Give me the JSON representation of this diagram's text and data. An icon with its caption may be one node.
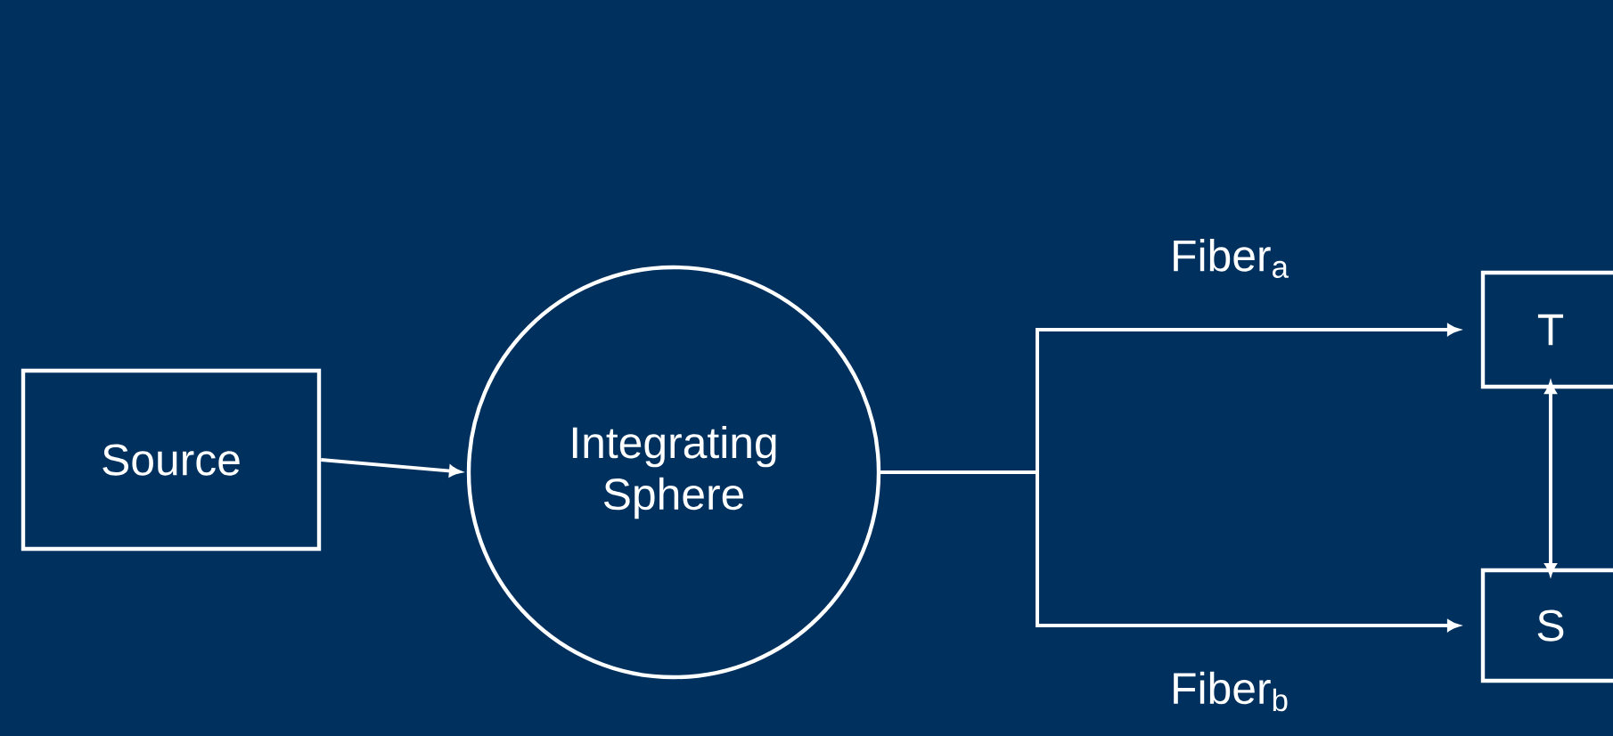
{
  "diagram": {
    "nodes": [
      {
        "text": [
          "Source"
        ]
      },
      {
        "text": [
          "Integrating Sphere"
        ]
      },
      {
        "text": [
          "T"
        ]
      },
      {
        "text": [
          "S"
        ]
      }
    ],
    "edges": [
      {
        "from": 0,
        "to": 1,
        "arrow": "to"
      },
      {
        "from": 1,
        "to": 2,
        "arrow": "to",
        "label": "Fiber$_{a}$"
      },
      {
        "from": 1,
        "to": 3,
        "arrow": "to",
        "label": "Fiber$_{b}$"
      },
      {
        "from": 2,
        "to": 3,
        "arrow": "both"
      }
    ]
  }
}
